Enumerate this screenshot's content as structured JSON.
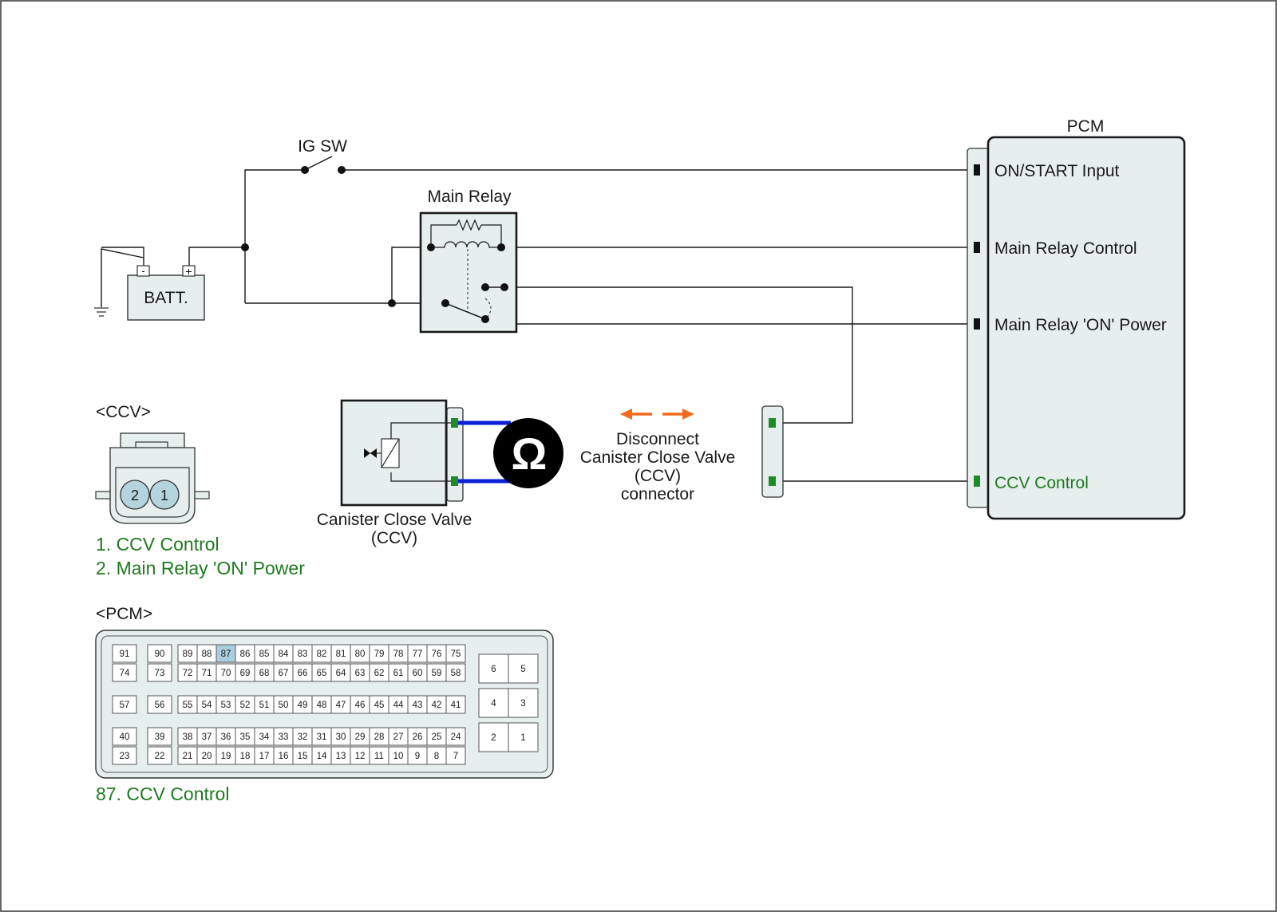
{
  "labels": {
    "ig_sw": "IG SW",
    "batt": "BATT.",
    "batt_minus": "-",
    "batt_plus": "+",
    "main_relay": "Main Relay",
    "pcm": "PCM",
    "pcm_on_start": "ON/START Input",
    "pcm_main_relay_control": "Main Relay Control",
    "pcm_main_relay_on_power": "Main Relay 'ON' Power",
    "pcm_ccv_control": "CCV Control",
    "ccv_name_line1": "Canister Close Valve",
    "ccv_name_line2": "(CCV)",
    "ohm": "Ω",
    "disconnect_line1": "Disconnect",
    "disconnect_line2": "Canister Close Valve",
    "disconnect_line3": "(CCV)",
    "disconnect_line4": "connector"
  },
  "ccv_connector": {
    "title": "<CCV>",
    "pin_2": "2",
    "pin_1": "1",
    "legend_1": "1. CCV Control",
    "legend_2": "2. Main Relay 'ON' Power"
  },
  "pcm_connector": {
    "title": "<PCM>",
    "highlight_pin": "87",
    "legend": "87. CCV Control",
    "left_column_rows": [
      [
        "91",
        "90"
      ],
      [
        "74",
        "73"
      ],
      [
        "57",
        "56"
      ],
      [
        "40",
        "39"
      ],
      [
        "23",
        "22"
      ]
    ],
    "main_rows": [
      [
        "89",
        "88",
        "87",
        "86",
        "85",
        "84",
        "83",
        "82",
        "81",
        "80",
        "79",
        "78",
        "77",
        "76",
        "75"
      ],
      [
        "72",
        "71",
        "70",
        "69",
        "68",
        "67",
        "66",
        "65",
        "64",
        "63",
        "62",
        "61",
        "60",
        "59",
        "58"
      ],
      [
        "55",
        "54",
        "53",
        "52",
        "51",
        "50",
        "49",
        "48",
        "47",
        "46",
        "45",
        "44",
        "43",
        "42",
        "41"
      ],
      [
        "38",
        "37",
        "36",
        "35",
        "34",
        "33",
        "32",
        "31",
        "30",
        "29",
        "28",
        "27",
        "26",
        "25",
        "24"
      ],
      [
        "21",
        "20",
        "19",
        "18",
        "17",
        "16",
        "15",
        "14",
        "13",
        "12",
        "11",
        "10",
        "9",
        "8",
        "7"
      ]
    ],
    "right_block_rows": [
      [
        "6",
        "5"
      ],
      [
        "4",
        "3"
      ],
      [
        "2",
        "1"
      ]
    ]
  },
  "colors": {
    "component_fill": "#e6eeee",
    "highlight_pin_fill": "#a9cfdf",
    "ccv_pin_fill": "#b4d3dc",
    "green_pin": "#1f8a2a",
    "meter_lead": "#0a1fd6",
    "arrow": "#f26a1b",
    "green_text": "#1f7a1f"
  }
}
